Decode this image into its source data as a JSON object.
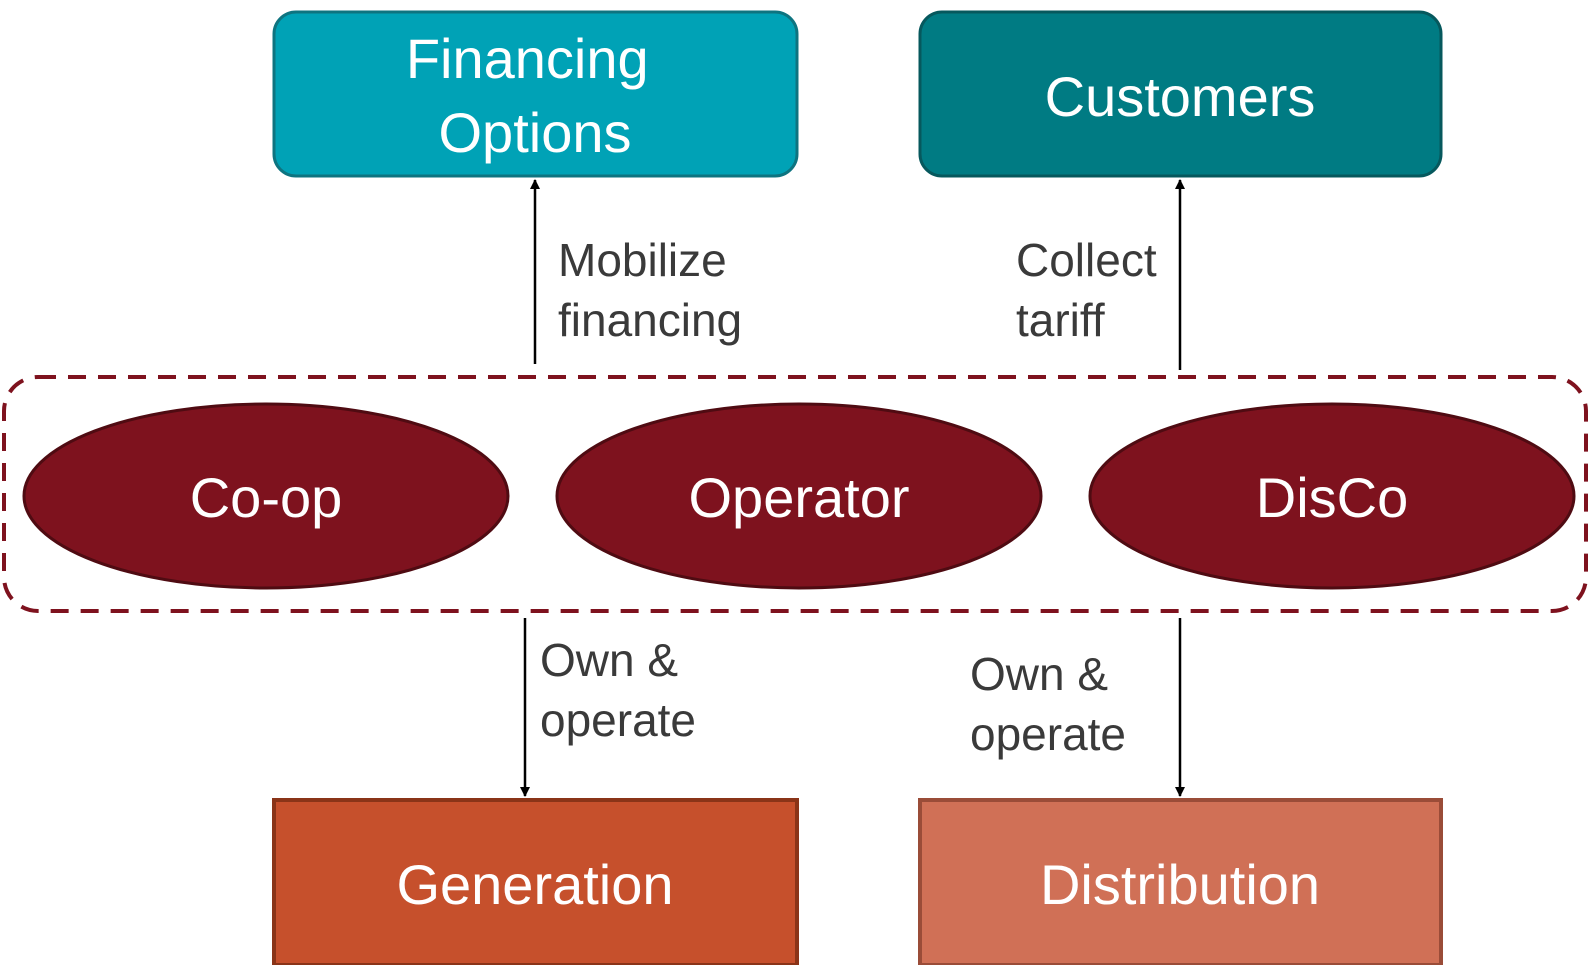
{
  "colors": {
    "financing_box": "#00A2B6",
    "customers_box": "#007B83",
    "entity_ellipse": "#7E121E",
    "group_border": "#7E121E",
    "generation_box": "#C6502C",
    "distribution_box": "#D07056",
    "arrow": "#000000",
    "edge_label_text": "#3A3A3A"
  },
  "nodes": {
    "financing": {
      "line1": "Financing",
      "line2": "Options"
    },
    "customers": {
      "label": "Customers"
    },
    "coop": {
      "label": "Co-op"
    },
    "operator": {
      "label": "Operator"
    },
    "disco": {
      "label": "DisCo"
    },
    "generation": {
      "label": "Generation"
    },
    "distribution": {
      "label": "Distribution"
    }
  },
  "edges": {
    "mobilize": {
      "line1": "Mobilize",
      "line2": "financing"
    },
    "collect": {
      "line1": "Collect",
      "line2": "tariff"
    },
    "own_generation": {
      "line1": "Own &",
      "line2": "operate"
    },
    "own_distribution": {
      "line1": "Own &",
      "line2": "operate"
    }
  }
}
